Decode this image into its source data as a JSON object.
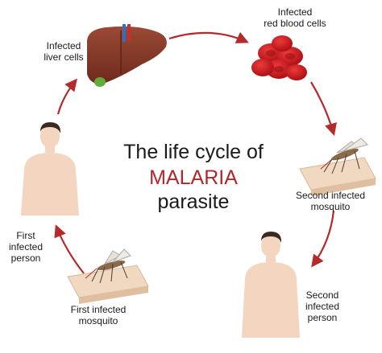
{
  "title": {
    "line1": "The life cycle of",
    "line2": "MALARIA",
    "line3": "parasite"
  },
  "stages": {
    "liver": {
      "line1": "Infected",
      "line2": "liver cells"
    },
    "blood": {
      "line1": "Infected",
      "line2": "red blood cells"
    },
    "second_mosquito": {
      "line1": "Second infected",
      "line2": "mosquito"
    },
    "second_person": {
      "line1": "Second",
      "line2": "infected",
      "line3": "person"
    },
    "first_mosquito": {
      "line1": "First infected",
      "line2": "mosquito"
    },
    "first_person": {
      "line1": "First",
      "line2": "infected",
      "line3": "person"
    }
  },
  "colors": {
    "arrow": "#b52a2a",
    "title_accent": "#b3262b",
    "liver": "#8a3b2a",
    "gallbladder": "#5fae3c",
    "blood": "#c8141e",
    "skin": "#f3d5c0",
    "hair": "#3a2a22",
    "patch": "#f1d8c0"
  },
  "icons": [
    "liver-icon",
    "red-blood-cells-icon",
    "mosquito-icon",
    "human-figure-icon",
    "skin-patch-icon",
    "arrow-icon"
  ]
}
